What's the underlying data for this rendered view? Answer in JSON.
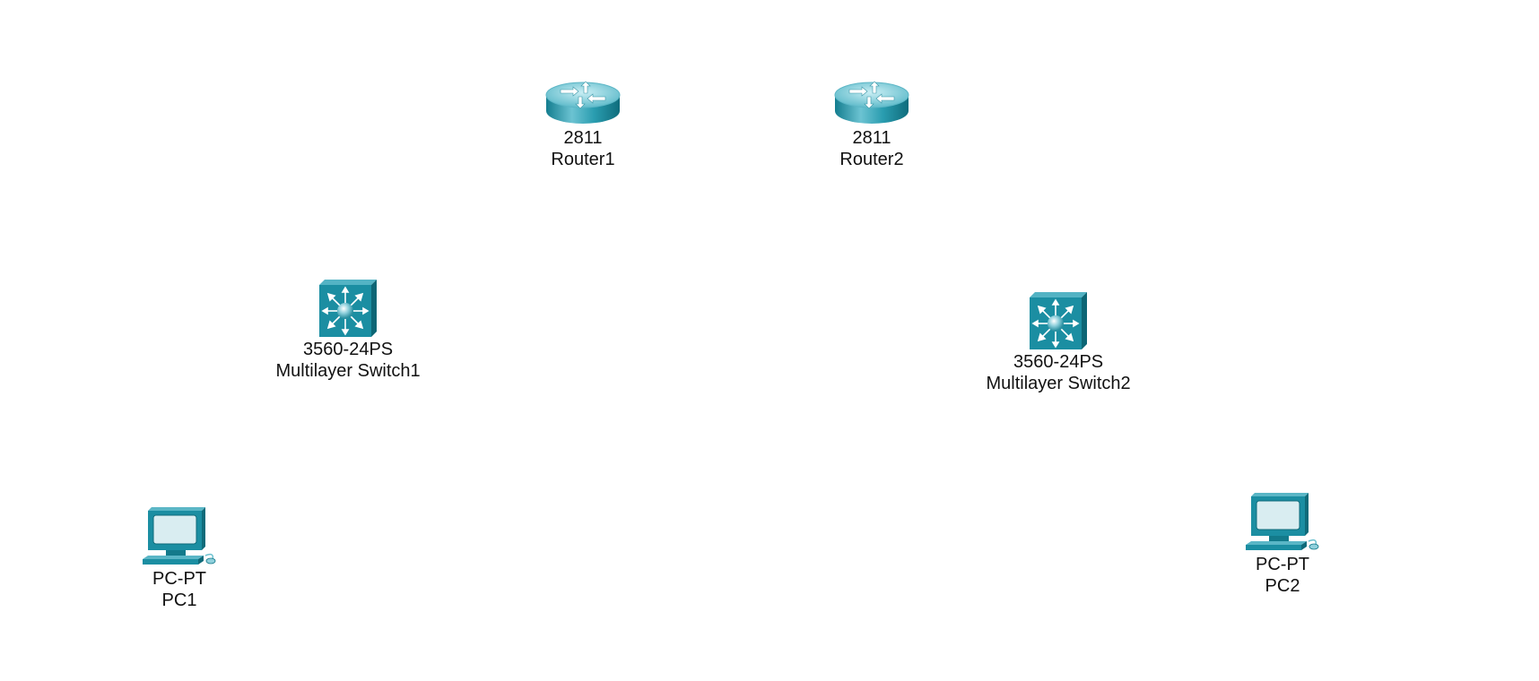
{
  "topology": {
    "devices": [
      {
        "id": "router1",
        "model": "2811",
        "name": "Router1",
        "icon": "router-icon"
      },
      {
        "id": "router2",
        "model": "2811",
        "name": "Router2",
        "icon": "router-icon"
      },
      {
        "id": "mls1",
        "model": "3560-24PS",
        "name": "Multilayer Switch1",
        "icon": "multilayer-switch-icon"
      },
      {
        "id": "mls2",
        "model": "3560-24PS",
        "name": "Multilayer Switch2",
        "icon": "multilayer-switch-icon"
      },
      {
        "id": "pc1",
        "model": "PC-PT",
        "name": "PC1",
        "icon": "pc-icon"
      },
      {
        "id": "pc2",
        "model": "PC-PT",
        "name": "PC2",
        "icon": "pc-icon"
      }
    ]
  },
  "colors": {
    "device_teal": "#1a8fa3",
    "device_dark": "#10707f",
    "device_light": "#9fd8e2",
    "screen": "#d9edf1",
    "label_text": "#111111"
  }
}
